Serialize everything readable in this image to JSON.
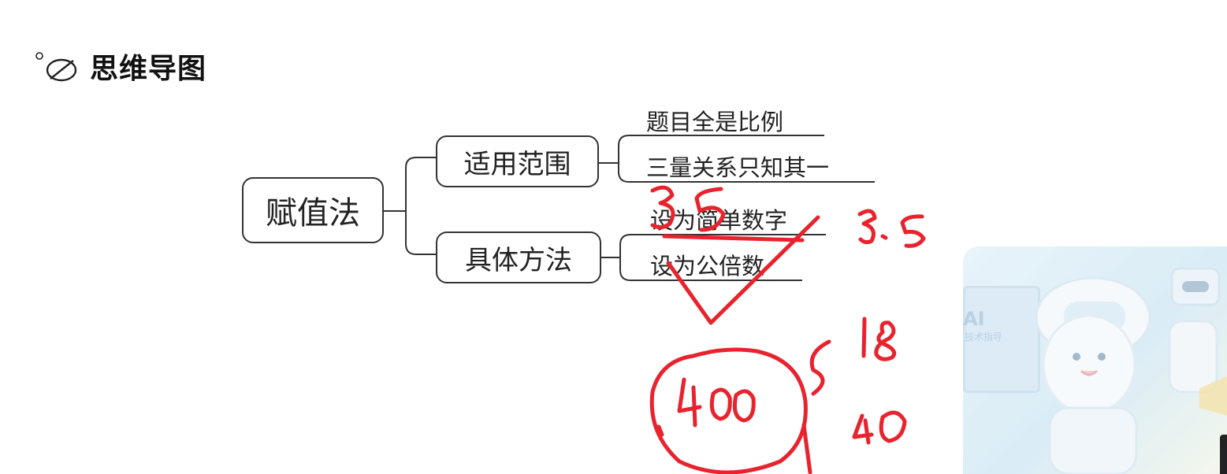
{
  "header": {
    "title": "思维导图",
    "icon": "pen-icon"
  },
  "mindmap": {
    "root": "赋值法",
    "branches": [
      {
        "label": "适用范围",
        "leaves": [
          "题目全是比例",
          "三量关系只知其一"
        ]
      },
      {
        "label": "具体方法",
        "leaves": [
          "设为简单数字",
          "设为公倍数"
        ]
      }
    ]
  },
  "annotations": {
    "color": "#e8232e"
  },
  "overlay": {
    "ai_badge": "AI",
    "ai_badge_sub": "技术指导"
  }
}
